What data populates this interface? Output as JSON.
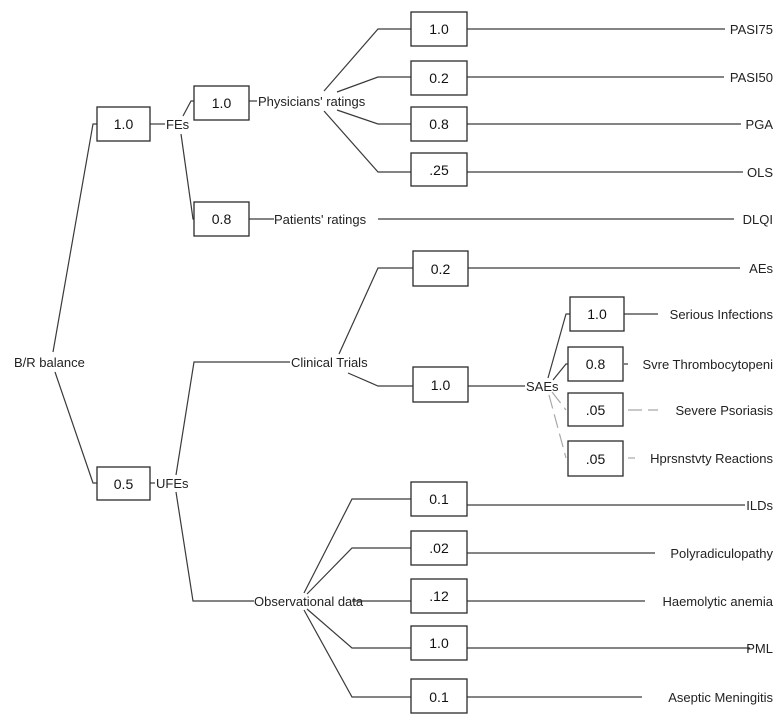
{
  "diagram": {
    "title": "B/R balance",
    "root": "B/R balance",
    "nodes": {
      "fes": {
        "label": "FEs",
        "weight": "1.0"
      },
      "ufes": {
        "label": "UFEs",
        "weight": "0.5"
      },
      "physicians": {
        "label": "Physicians' ratings",
        "weight": "1.0"
      },
      "patients": {
        "label": "Patients' ratings",
        "weight": "0.8"
      },
      "clinical": {
        "label": "Clinical Trials"
      },
      "observational": {
        "label": "Observational data"
      },
      "saes": {
        "label": "SAEs",
        "weight": "1.0"
      }
    },
    "physicians_children": [
      {
        "label": "PASI75",
        "weight": "1.0"
      },
      {
        "label": "PASI50",
        "weight": "0.2"
      },
      {
        "label": "PGA",
        "weight": "0.8"
      },
      {
        "label": "OLS",
        "weight": ".25"
      }
    ],
    "patients_children": [
      {
        "label": "DLQI"
      }
    ],
    "clinical_children": [
      {
        "label": "AEs",
        "weight": "0.2"
      }
    ],
    "saes_children": [
      {
        "label": "Serious Infections",
        "weight": "1.0",
        "style": "solid"
      },
      {
        "label": "Svre Thrombocytopeni",
        "weight": "0.8",
        "style": "solid"
      },
      {
        "label": "Severe Psoriasis",
        "weight": ".05",
        "style": "dashed"
      },
      {
        "label": "Hprsnstvty Reactions",
        "weight": ".05",
        "style": "dashed"
      }
    ],
    "observational_children": [
      {
        "label": "ILDs",
        "weight": "0.1"
      },
      {
        "label": "Polyradiculopathy",
        "weight": ".02"
      },
      {
        "label": "Haemolytic anemia",
        "weight": ".12"
      },
      {
        "label": "PML",
        "weight": "1.0"
      },
      {
        "label": "Aseptic Meningitis",
        "weight": "0.1"
      }
    ],
    "colors": {
      "line": "#3a3a3a",
      "faded_line": "#a8a8a8",
      "box_border": "#2b2b2b"
    }
  }
}
